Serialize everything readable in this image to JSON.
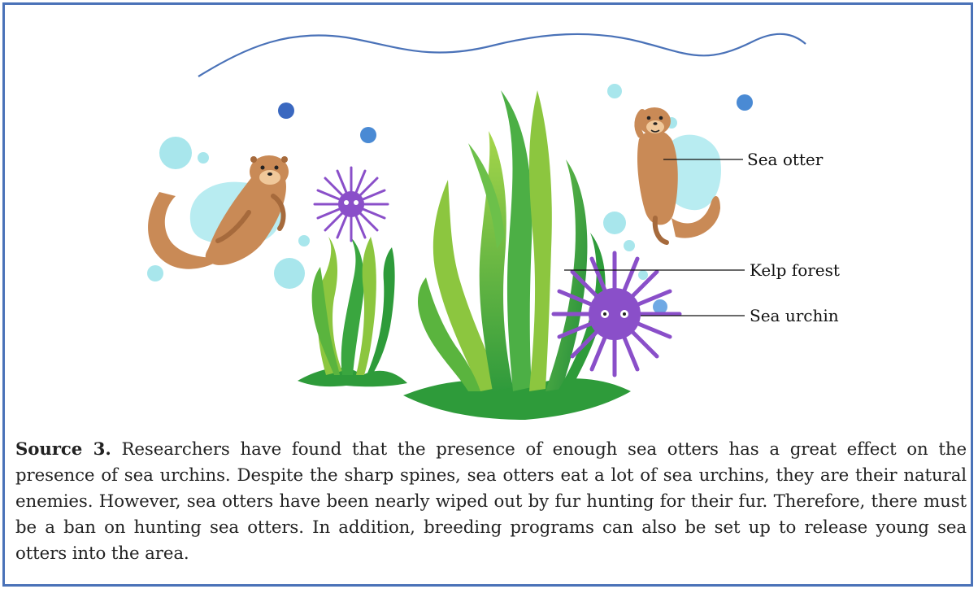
{
  "labels": {
    "sea_otter": "Sea otter",
    "kelp_forest": "Kelp forest",
    "sea_urchin": "Sea urchin"
  },
  "caption": {
    "lead": "Source 3.",
    "text": "Researchers have found that the presence of enough sea otters has a great effect on the presence of sea urchins. Despite the sharp spines, sea otters eat a lot of sea urchins, they are their natural enemies. However, sea otters have been nearly wiped out by fur hunting for their fur. Therefore, there must be a ban on hunting sea otters. In addition, breeding programs can also be set up to release young sea otters into the area."
  },
  "colors": {
    "frame": "#4a72b8",
    "water_line": "#4a72b8",
    "kelp_light": "#8cc63f",
    "kelp_dark": "#2e9b3a",
    "urchin": "#8a4fc9",
    "otter": "#c98a56",
    "bubble": "#a8e6ec"
  }
}
